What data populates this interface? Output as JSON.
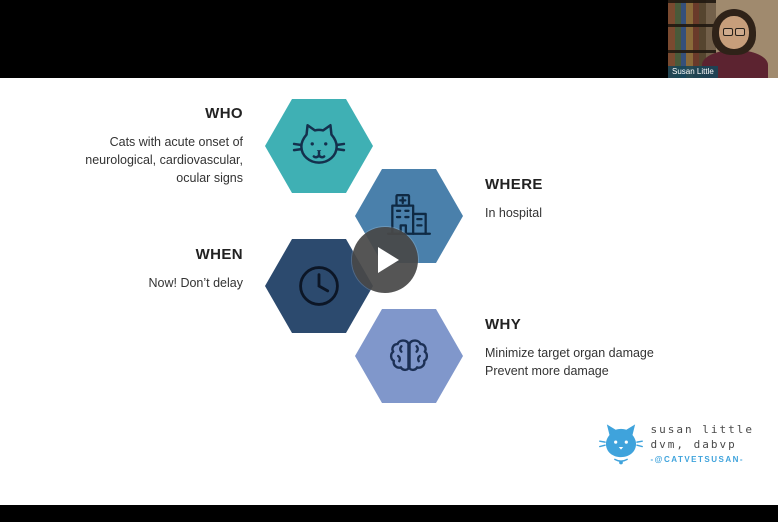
{
  "webcam": {
    "name_label": "Susan Little"
  },
  "slide": {
    "who": {
      "title": "WHO",
      "line1": "Cats with acute onset of",
      "line2": "neurological, cardiovascular,",
      "line3": "ocular signs",
      "icon": "cat-icon",
      "hex_color": "#3fb0b4"
    },
    "where": {
      "title": "WHERE",
      "line1": "In hospital",
      "icon": "hospital-icon",
      "hex_color": "#4a80ab"
    },
    "when": {
      "title": "WHEN",
      "line1": "Now! Don’t delay",
      "icon": "clock-icon",
      "hex_color": "#2c4a6e"
    },
    "why": {
      "title": "WHY",
      "line1": "Minimize target organ damage",
      "line2": "Prevent more damage",
      "icon": "brain-icon",
      "hex_color": "#8097cb"
    },
    "logo": {
      "name": "susan little",
      "credentials": "dvm, dabvp",
      "handle": "-@CATVETSUSAN-",
      "icon": "cat-logo-icon",
      "accent_color": "#3fa3dc"
    }
  },
  "player": {
    "play_icon": "play-button"
  }
}
